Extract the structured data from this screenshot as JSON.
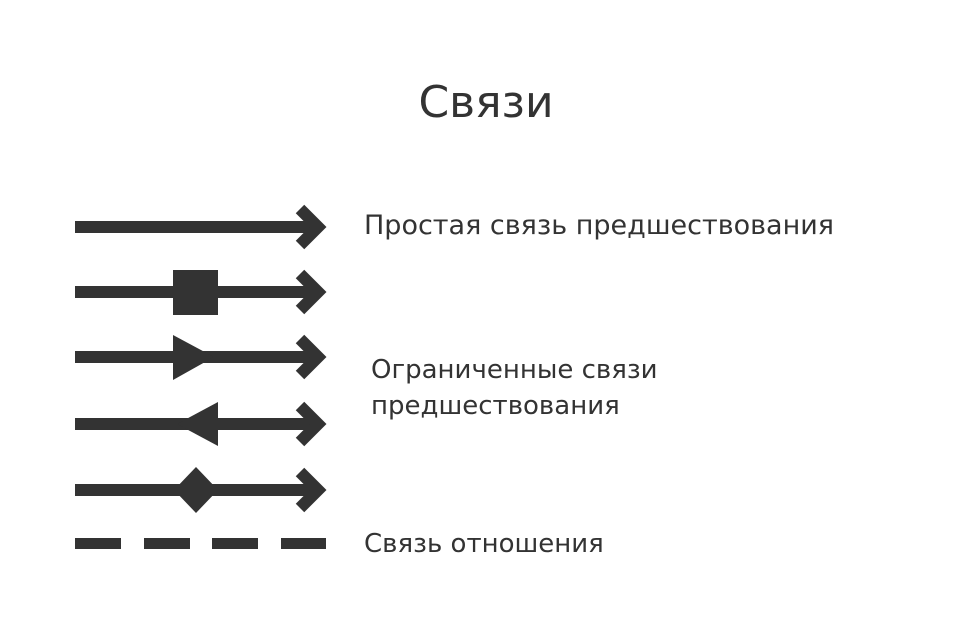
{
  "title": "Связи",
  "colors": {
    "stroke": "#333333",
    "background": "#ffffff"
  },
  "legend": {
    "simple_link": "Простая связь предшествования",
    "limited_link_line1": "Ограниченные связи",
    "limited_link_line2": "предшествования",
    "relation_link": "Связь отношения"
  },
  "link_types": [
    {
      "id": "simple",
      "marker": "none",
      "line": "solid"
    },
    {
      "id": "square",
      "marker": "square",
      "line": "solid"
    },
    {
      "id": "forward",
      "marker": "triangle-right",
      "line": "solid"
    },
    {
      "id": "backward",
      "marker": "triangle-left",
      "line": "solid"
    },
    {
      "id": "diamond",
      "marker": "diamond",
      "line": "solid"
    },
    {
      "id": "relation",
      "marker": "none",
      "line": "dashed"
    }
  ]
}
